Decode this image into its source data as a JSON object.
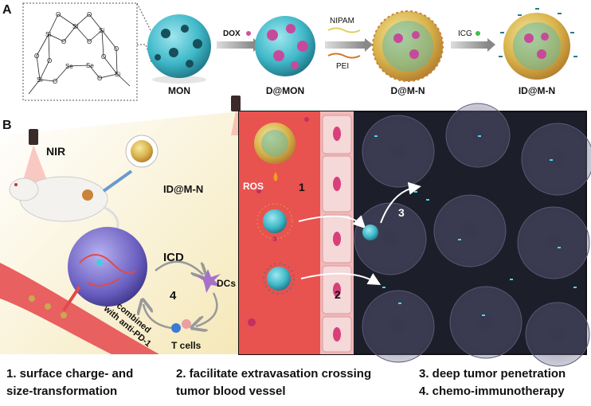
{
  "panel_a": {
    "label": "A",
    "chem_atoms": {
      "o": "O",
      "si": "Si",
      "se": "Se"
    },
    "mon_label": "MON",
    "dox_label": "DOX",
    "dmon_label": "D@MON",
    "nipam_label": "NIPAM",
    "pei_label": "PEI",
    "dmn_label": "D@M-N",
    "icg_label": "ICG",
    "idmn_label": "ID@M-N"
  },
  "panel_b": {
    "label": "B",
    "nir_label": "NIR",
    "injection_label": "ID@M-N",
    "icd_label": "ICD",
    "dcs_label": "DCs",
    "tcells_label": "T cells",
    "step4_label": "4",
    "combined_label": "combined",
    "antipd1_label": "with anti-PD-1",
    "ros_label": "ROS",
    "step1_label": "1",
    "step2_label": "2",
    "step3_label": "3"
  },
  "captions": {
    "c1_line1": "1. surface charge- and",
    "c1_line2": "size-transformation",
    "c2_line1": "2. facilitate extravasation crossing",
    "c2_line2": "tumor blood vessel",
    "c3": "3. deep tumor penetration",
    "c4": "4. chemo-immunotherapy"
  },
  "colors": {
    "mon": "#3fb8c8",
    "vessel": "#e8524f",
    "tumor": "#7a6fc8",
    "dark_bg": "#1c1e2a"
  }
}
